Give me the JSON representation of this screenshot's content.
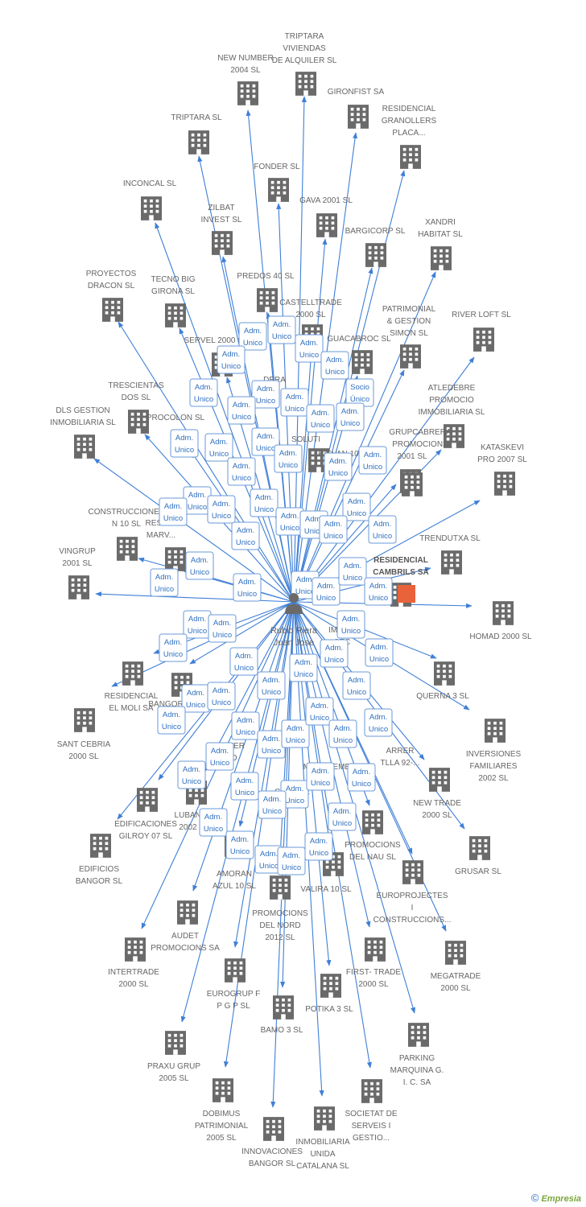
{
  "colors": {
    "edge": "#3f7fd6",
    "building": "#6a6a6a",
    "role_border": "#6a9ad8",
    "role_text": "#2f6fbf",
    "highlight": "#e8623a"
  },
  "center": {
    "name_lines": [
      "Rubio Riera",
      "Juan Jose"
    ],
    "icon": "person-icon"
  },
  "branding": {
    "copyright": "©",
    "brand": "Empresia"
  },
  "nodes": [
    {
      "lines": [
        "TRIPTARA",
        "VIVIENDAS",
        "DE ALQUILER SL"
      ]
    },
    {
      "lines": [
        "NEW NUMBER",
        "2004 SL"
      ]
    },
    {
      "lines": [
        "GIRONFIST SA"
      ]
    },
    {
      "lines": [
        "RESIDENCIAL",
        "GRANOLLERS",
        "PLACA..."
      ]
    },
    {
      "lines": [
        "TRIPTARA SL"
      ]
    },
    {
      "lines": [
        "FONDER SL"
      ]
    },
    {
      "lines": [
        "GAVA 2001 SL"
      ]
    },
    {
      "lines": [
        "INCONCAL SL"
      ]
    },
    {
      "lines": [
        "ZILBAT",
        "INVEST SL"
      ]
    },
    {
      "lines": [
        "BARGICORP SL"
      ]
    },
    {
      "lines": [
        "XANDRI",
        "HABITAT SL"
      ]
    },
    {
      "lines": [
        "PROYECTOS",
        "DRACON SL"
      ]
    },
    {
      "lines": [
        "TECNO BIG",
        "GIRONA SL"
      ]
    },
    {
      "lines": [
        "PREDOS 40 SL"
      ]
    },
    {
      "lines": [
        "CASTELLTRADE",
        "2000 SL"
      ]
    },
    {
      "lines": [
        "PATRIMONIAL",
        "& GESTION",
        "SIMON SL"
      ]
    },
    {
      "lines": [
        "RIVER LOFT SL"
      ]
    },
    {
      "lines": [
        "SERVEL 2000 SL"
      ]
    },
    {
      "lines": [
        "GUACABROC SL"
      ]
    },
    {
      "lines": [
        "TRESCIENTAS",
        "DOS SL"
      ]
    },
    {
      "lines": [
        "ATLEDEBRE",
        "PROMOCIO",
        "IMMOBILIARIA SL"
      ]
    },
    {
      "lines": [
        "DLS GESTION",
        "INMOBILIARIA SL"
      ]
    },
    {
      "lines": [
        "PROCOLON SL"
      ]
    },
    {
      "lines": [
        "GRUPCABRERA",
        "PROMOCIONS"
      ]
    },
    {
      "lines": [
        "RISVAN 10 SL"
      ]
    },
    {
      "lines": [
        "2001 SL"
      ]
    },
    {
      "lines": [
        "KATASKEVI",
        "PRO 2007 SL"
      ]
    },
    {
      "lines": [
        "CONSTRUCCIONES",
        "N 10 SL"
      ]
    },
    {
      "lines": [
        "RESID...",
        "MARV..."
      ]
    },
    {
      "lines": [
        "TRENDUTXA SL"
      ]
    },
    {
      "lines": [
        "VINGRUP",
        "2001 SL"
      ]
    },
    {
      "lines": [
        "RESIDENCIAL",
        "CAMBRILS SA"
      ]
    },
    {
      "lines": [
        "HOMAD 2000 SL"
      ]
    },
    {
      "lines": [
        "RESIDENCIAL",
        "EL MOLI SA"
      ]
    },
    {
      "lines": [
        "BANGORNA"
      ]
    },
    {
      "lines": [
        "QUERNA 3  SL"
      ]
    },
    {
      "lines": [
        "SANT CEBRIA",
        "2000 SL"
      ]
    },
    {
      "lines": [
        "INVERSIONES",
        "FAMILIARES",
        "2002 SL"
      ]
    },
    {
      "lines": [
        "EDIFICACIONES",
        "GILROY 07 SL"
      ]
    },
    {
      "lines": [
        "LUBANGO",
        "2002 SL"
      ]
    },
    {
      "lines": [
        "NEW TRADE",
        "2000 SL"
      ]
    },
    {
      "lines": [
        "EDIFICIOS",
        "BANGOR SL"
      ]
    },
    {
      "lines": [
        "GRUSAR SL"
      ]
    },
    {
      "lines": [
        "AMORAN",
        "AZUL 10 SL"
      ]
    },
    {
      "lines": [
        "VALIRA 10 SL"
      ]
    },
    {
      "lines": [
        "PROMOCIONS",
        "DEL NAU SL"
      ]
    },
    {
      "lines": [
        "EUROPROJECTES",
        "I",
        "CONSTRUCCIONS..."
      ]
    },
    {
      "lines": [
        "AUDET",
        "PROMOCIONS SA"
      ]
    },
    {
      "lines": [
        "PROMOCIONS",
        "DEL NORD",
        "2012 SL"
      ]
    },
    {
      "lines": [
        "INTERTRADE",
        "2000 SL"
      ]
    },
    {
      "lines": [
        "FIRST- TRADE",
        "2000 SL"
      ]
    },
    {
      "lines": [
        "MEGATRADE",
        "2000 SL"
      ]
    },
    {
      "lines": [
        "EUROGRUP F",
        "P G P SL"
      ]
    },
    {
      "lines": [
        "POTIKA 3 SL"
      ]
    },
    {
      "lines": [
        "BAMO 3 SL"
      ]
    },
    {
      "lines": [
        "PRAXU GRUP",
        "2005 SL"
      ]
    },
    {
      "lines": [
        "PARKING",
        "MARQUINA G.",
        "I. C. SA"
      ]
    },
    {
      "lines": [
        "DOBIMUS",
        "PATRIMONIAL",
        "2005 SL"
      ]
    },
    {
      "lines": [
        "SOCIETAT DE",
        "SERVEIS I",
        "GESTIO..."
      ]
    },
    {
      "lines": [
        "INNOVACIONES",
        "BANGOR SL"
      ]
    },
    {
      "lines": [
        "INMOBILIARIA",
        "UNIDA",
        "CATALANA SL"
      ]
    },
    {
      "lines": [
        "DERA"
      ]
    },
    {
      "lines": [
        "ROMOC"
      ]
    },
    {
      "lines": [
        "SOLUTI"
      ]
    },
    {
      "lines": [
        "T"
      ]
    },
    {
      "lines": [
        "IMMOB",
        "SEC",
        "PR"
      ]
    },
    {
      "lines": [
        "ARRER",
        "TLLA 92-..."
      ]
    },
    {
      "lines": [
        "PEYER",
        "CO"
      ]
    },
    {
      "lines": [
        "MANAGEMENT SL"
      ]
    },
    {
      "lines": [
        "CITRADE"
      ]
    }
  ],
  "roles": [
    {
      "lines": [
        "Adm.",
        "Unico"
      ]
    },
    {
      "lines": [
        "Socio",
        "Único"
      ]
    }
  ]
}
